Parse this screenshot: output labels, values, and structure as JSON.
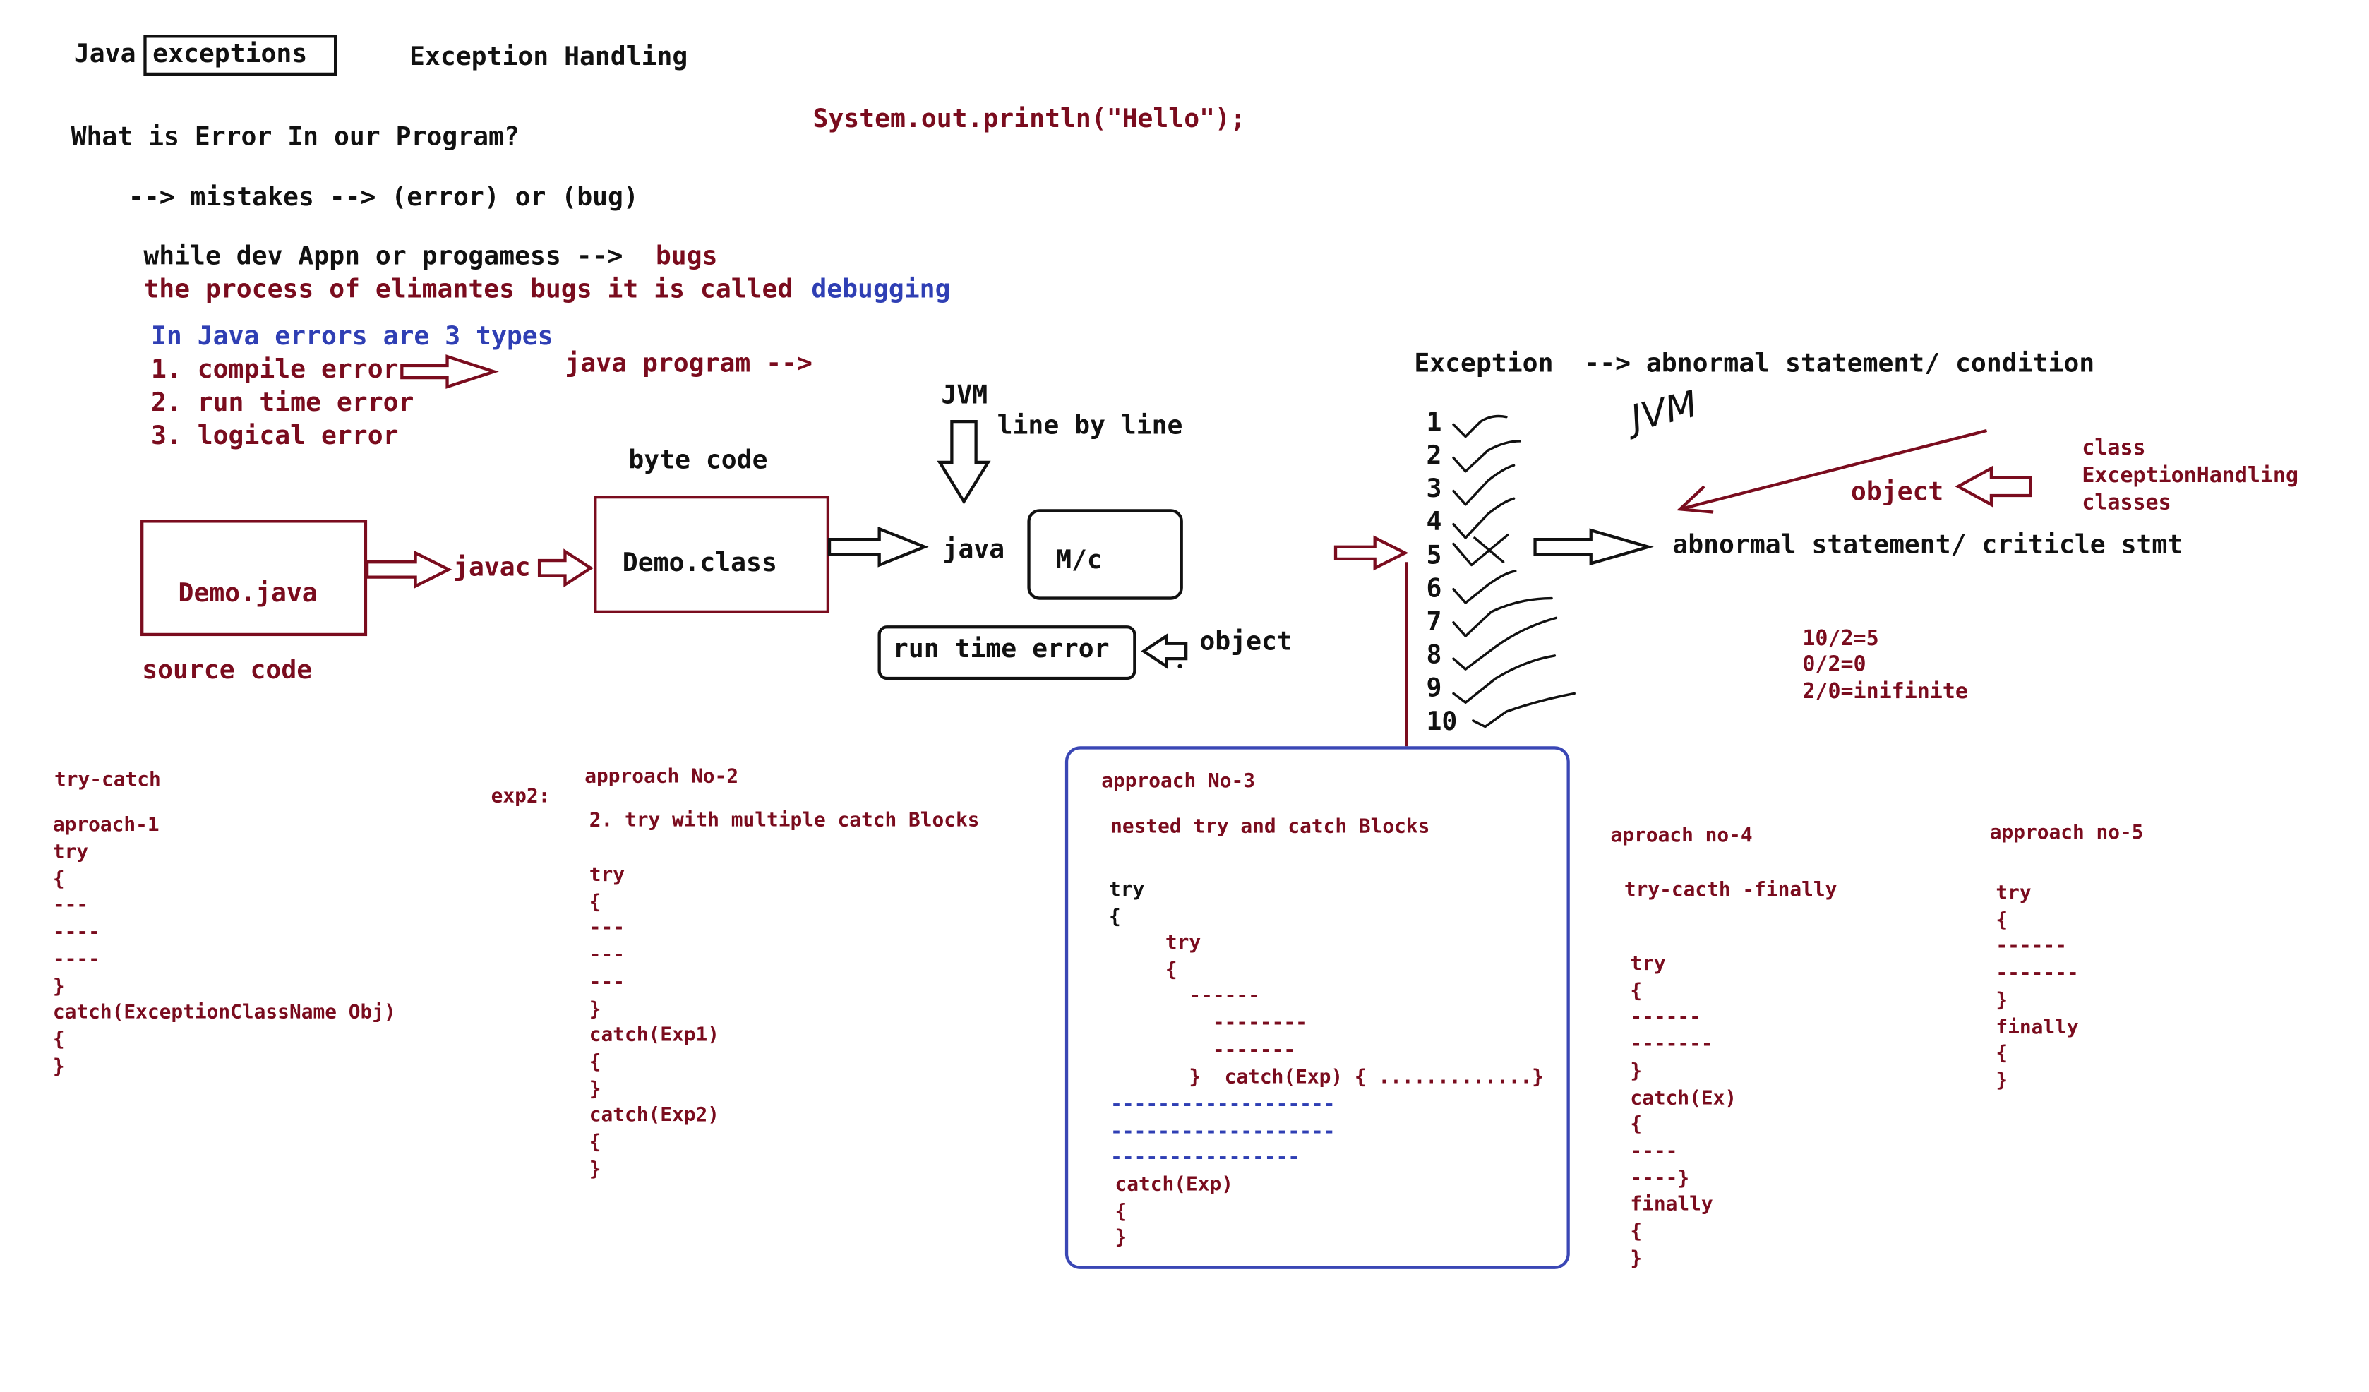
{
  "colors": {
    "ink": "#111111",
    "accent": "#7a0c1e",
    "blue": "#2f3fb4"
  },
  "header": {
    "java": "Java",
    "exceptions": "exceptions",
    "exception_handling": "Exception Handling",
    "println": "System.out.println(\"Hello\");"
  },
  "intro": {
    "question": "What is Error In our Program?",
    "mistakes": "--> mistakes --> (error) or (bug)",
    "while_dev": "while dev Appn or progamess -->",
    "bugs": "bugs",
    "process": "the process of elimantes bugs it is called",
    "debugging": "debugging",
    "types_title": "In Java errors are 3 types",
    "types": [
      "1. compile error",
      "2. run time error",
      "3. logical error"
    ],
    "java_program": "java program -->"
  },
  "flow": {
    "jvm": "JVM",
    "line_by_line": "line by line",
    "byte_code": "byte code",
    "demo_java": "Demo.java",
    "javac": "javac",
    "demo_class": "Demo.class",
    "java": "java",
    "mc": "M/c",
    "source_code": "source code",
    "run_time_error": "run time error",
    "object": "object"
  },
  "exception_panel": {
    "title": "Exception  --> abnormal statement/ condition",
    "numbers": [
      "1",
      "2",
      "3",
      "4",
      "5",
      "6",
      "7",
      "8",
      "9",
      "10"
    ],
    "jvm_scribble": "JVM",
    "object": "object",
    "class_note": [
      "class",
      "ExceptionHandling",
      "classes"
    ],
    "abnormal": "abnormal statement/ criticle stmt",
    "math": [
      "10/2=5",
      "0/2=0",
      "2/0=inifinite"
    ]
  },
  "approaches": {
    "a1": {
      "title": "try-catch",
      "subtitle": "aproach-1",
      "code": [
        "try",
        "{",
        "---",
        "----",
        "----",
        "}",
        "catch(ExceptionClassName Obj)",
        "{",
        "}"
      ]
    },
    "exp2": "exp2:",
    "a2": {
      "title": "approach No-2",
      "subtitle": "2. try with multiple catch Blocks",
      "code": [
        "try",
        "{",
        "---",
        "---",
        "---",
        "}",
        "catch(Exp1)",
        "{",
        "}",
        "catch(Exp2)",
        "{",
        "}"
      ]
    },
    "a3": {
      "title": "approach No-3",
      "subtitle": "nested try and catch Blocks",
      "outer_try": [
        "try",
        "{"
      ],
      "inner": [
        "    try",
        "    {",
        "      ------",
        "        --------",
        "        -------",
        "      }  catch(Exp) { .............}"
      ],
      "dashes": [
        "-------------------",
        "-------------------",
        "----------------"
      ],
      "outer_catch": [
        "catch(Exp)",
        "{",
        "}"
      ]
    },
    "a4": {
      "title": "aproach no-4",
      "subtitle": "try-cacth -finally",
      "code": [
        "try",
        "{",
        "------",
        "-------",
        "}",
        "catch(Ex)",
        "{",
        "----",
        "----}",
        "finally",
        "{",
        "}"
      ]
    },
    "a5": {
      "title": "approach no-5",
      "code": [
        "try",
        "{",
        "------",
        "-------",
        "}",
        "finally",
        "{",
        "}"
      ]
    }
  }
}
